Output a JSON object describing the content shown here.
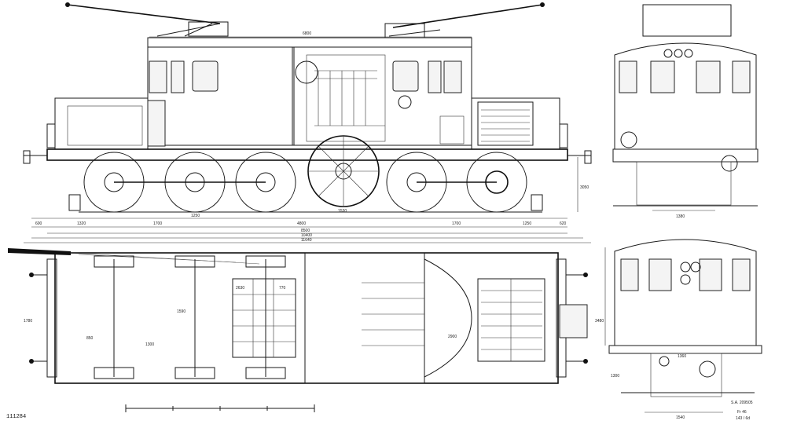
{
  "sheet": {
    "number": "111284",
    "drawing_ref": "S.A. 209505",
    "note_lines": [
      "Fr 46",
      "143 / 6d"
    ]
  },
  "side_view": {
    "dims_top": {
      "overall": "6800"
    },
    "dims_row1": [
      "600",
      "1320",
      "1700",
      "1250",
      "4800",
      "1530",
      "1700",
      "1250",
      "620"
    ],
    "dims_row2": [
      "8500"
    ],
    "dims_row3": [
      "10400"
    ],
    "dims_row4": [
      "11640"
    ],
    "height": "3050"
  },
  "plan_view": {
    "dims": [
      "2630",
      "1300",
      "1590",
      "770",
      "2900",
      "1780",
      "850"
    ]
  },
  "end_view": {
    "width": "1380"
  },
  "end_section": {
    "height": "3480",
    "width": "1360",
    "lower": "1300",
    "bottom": "1540"
  }
}
